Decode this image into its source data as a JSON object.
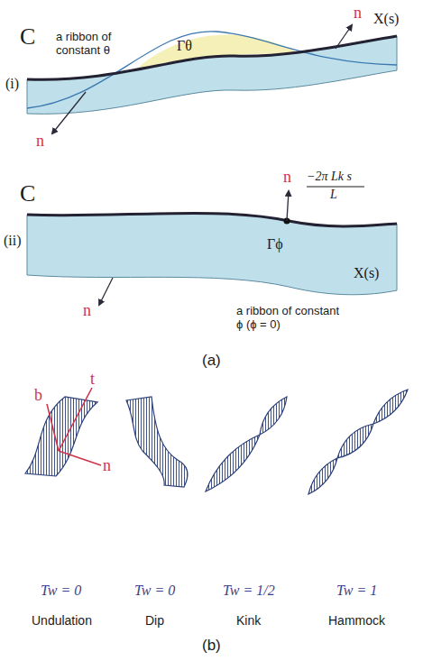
{
  "diagram": {
    "labels": [
      "C",
      "X(s)",
      "n",
      "a ribbon of constant θ",
      "Γθ",
      "(i)",
      "n",
      "C",
      "n",
      "−2π Lk s",
      "L",
      "(ii)",
      "Γϕ",
      "X(s)",
      "n",
      "a ribbon of constant ϕ (ϕ = 0)",
      "(a)",
      "b",
      "t",
      "n",
      "Tw = 0",
      "Tw = 0",
      "Tw = 1/2",
      "Tw = 1",
      "Undulation",
      "Dip",
      "Kink",
      "Hammock",
      "(b)"
    ]
  }
}
